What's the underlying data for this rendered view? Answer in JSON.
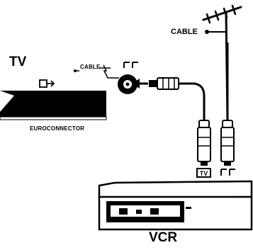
{
  "labels": {
    "tv": "TV",
    "vcr": "VCR",
    "cable_top": "CABLE",
    "cable_tv": "CABLE",
    "euroconnector": "EUROCONNECTOR"
  },
  "icons": {
    "antenna": "antenna-icon",
    "aerial_socket": "aerial-socket-icon",
    "tv_badge": "tv-badge-icon",
    "euroconnector_symbol": "euroconnector-icon",
    "cable_arrow": "cable-arrow-icon"
  },
  "colors": {
    "ink": "#000000",
    "paper": "#ffffff"
  }
}
